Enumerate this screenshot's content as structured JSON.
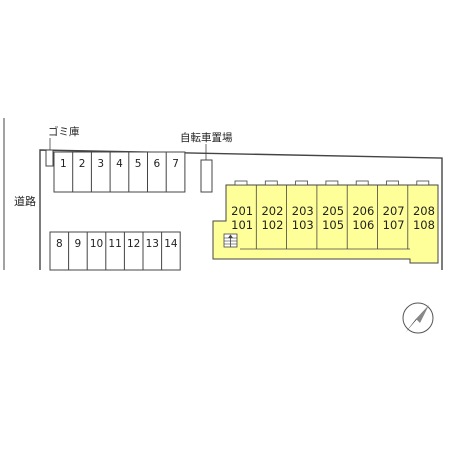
{
  "labels": {
    "road": "道路",
    "trash": "ゴミ庫",
    "bicycle": "自転車置場"
  },
  "parking_top": [
    "1",
    "2",
    "3",
    "4",
    "5",
    "6",
    "7"
  ],
  "parking_bottom": [
    "8",
    "9",
    "10",
    "11",
    "12",
    "13",
    "14"
  ],
  "units": [
    {
      "upper": "201",
      "lower": "101"
    },
    {
      "upper": "202",
      "lower": "102"
    },
    {
      "upper": "203",
      "lower": "103"
    },
    {
      "upper": "205",
      "lower": "105"
    },
    {
      "upper": "206",
      "lower": "106"
    },
    {
      "upper": "207",
      "lower": "107"
    },
    {
      "upper": "208",
      "lower": "108"
    }
  ],
  "colors": {
    "building_fill": "#ffff99",
    "line": "#444444"
  },
  "icons": {
    "compass": "north-arrow-icon",
    "stairs": "stairs-icon"
  }
}
